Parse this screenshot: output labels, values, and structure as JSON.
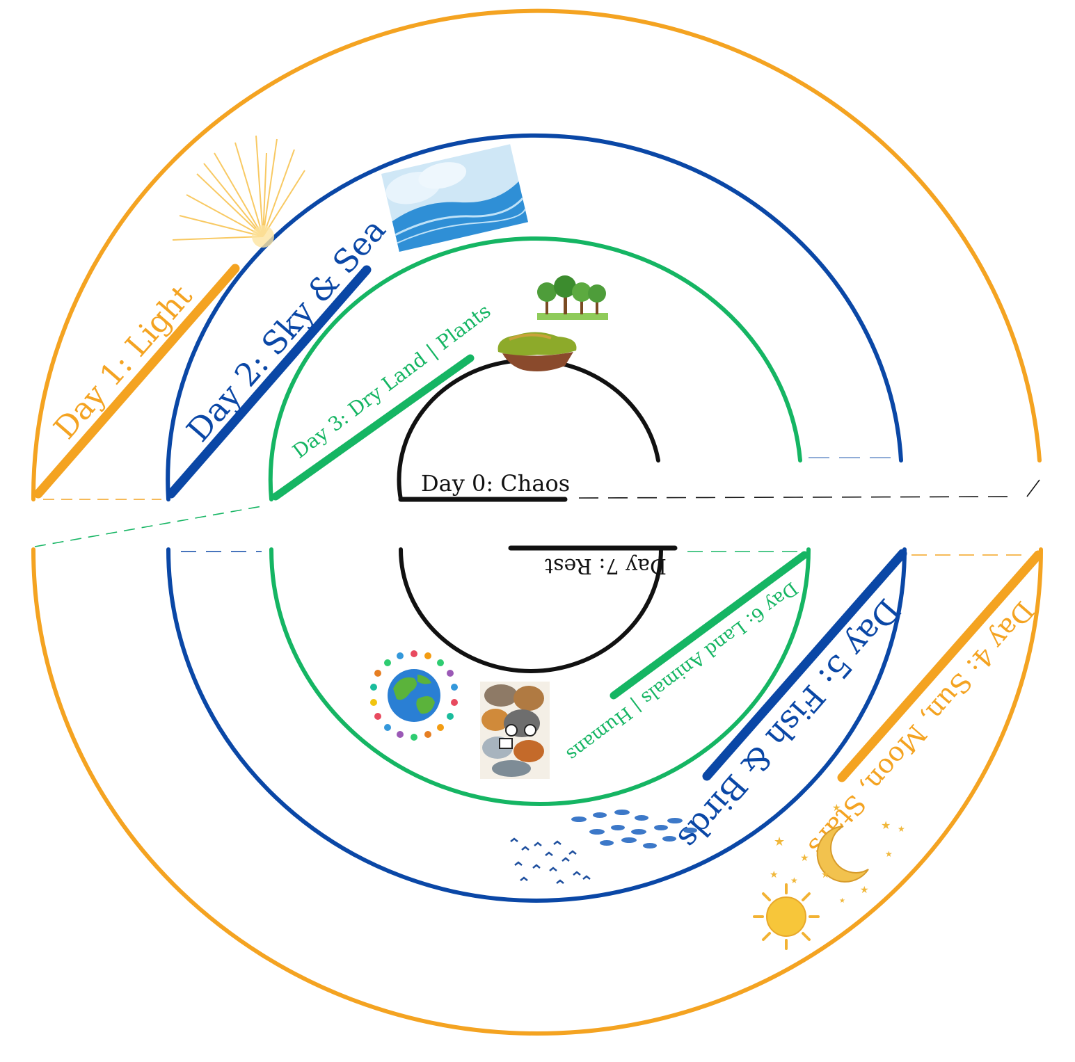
{
  "colors": {
    "orange": "#F4A321",
    "blue": "#0A47A6",
    "green": "#15B563",
    "black": "#111111"
  },
  "labels": {
    "day0": "Day 0: Chaos",
    "day1": "Day 1: Light",
    "day2": "Day 2: Sky & Sea",
    "day3": "Day 3: Dry Land | Plants",
    "day4": "Day 4: Sun, Moon, Stars",
    "day5": "Day 5: Fish & Birds",
    "day6": "Day 6: Land Animals | Humans",
    "day7": "Day 7: Rest"
  },
  "illustrations": [
    "sun-rays-icon",
    "sky-and-sea-icon",
    "trees-icon",
    "dry-land-icon",
    "people-around-globe-icon",
    "land-animals-icon",
    "fish-school-icon",
    "birds-flock-icon",
    "moon-icon",
    "stars-icon",
    "sun-icon"
  ]
}
